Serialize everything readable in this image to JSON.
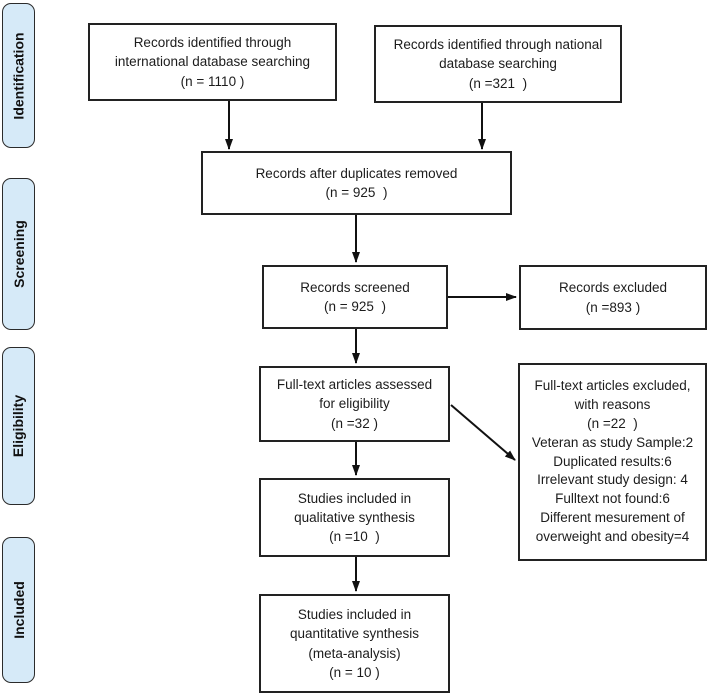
{
  "stages": [
    {
      "label": "Identification"
    },
    {
      "label": "Screening"
    },
    {
      "label": "Eligibility"
    },
    {
      "label": "Included"
    }
  ],
  "boxes": {
    "identified_international": "Records identified through\ninternational database searching\n(n = 1110 )",
    "identified_national": "Records identified through national\ndatabase searching\n(n =321  )",
    "after_duplicates": "Records after duplicates removed\n(n = 925  )",
    "screened": "Records screened\n(n = 925  )",
    "excluded": "Records excluded\n(n =893 )",
    "fulltext_assessed": "Full-text articles assessed\nfor eligibility\n(n =32 )",
    "fulltext_excluded": "Full-text articles excluded,\nwith reasons\n(n =22  )\nVeteran as study Sample:2\nDuplicated results:6\nIrrelevant study design: 4\nFulltext not found:6\nDifferent mesurement of\noverweight and obesity=4",
    "qualitative": "Studies included in\nqualitative synthesis\n(n =10  )",
    "quantitative": "Studies included in\nquantitative synthesis\n(meta-analysis)\n(n = 10 )"
  },
  "colors": {
    "stage_fill": "#d6eaf8",
    "stage_border": "#2b2b2b",
    "box_border": "#222222",
    "arrow": "#111111",
    "background": "#ffffff"
  }
}
